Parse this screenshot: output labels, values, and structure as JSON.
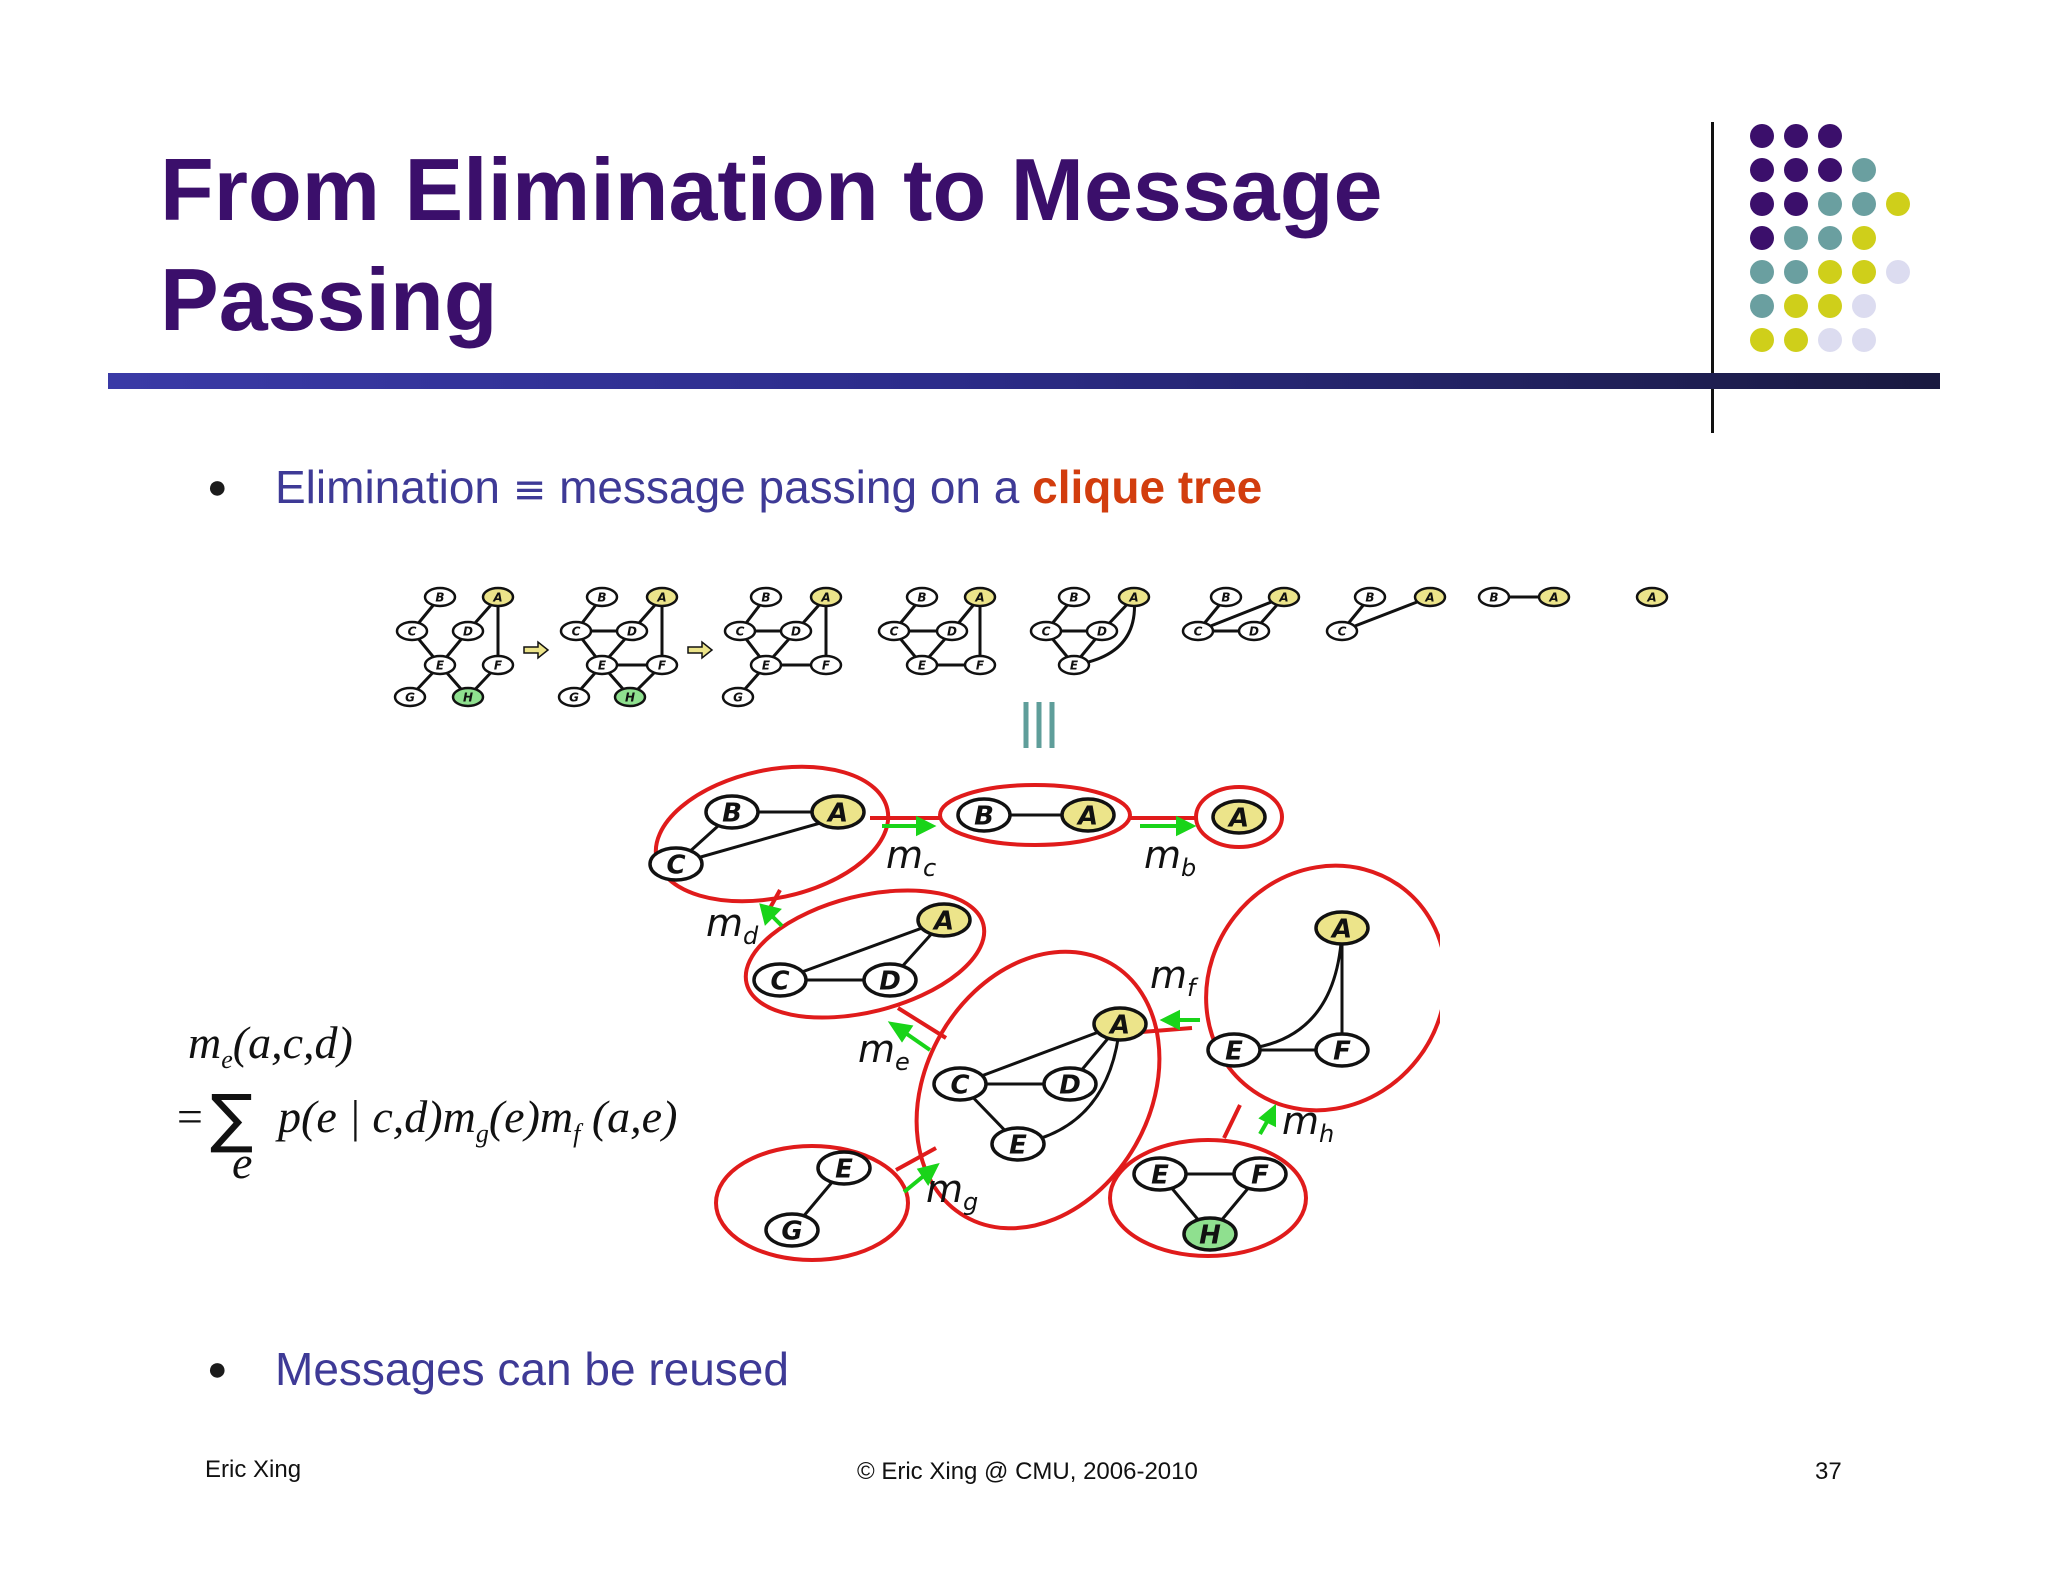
{
  "slide": {
    "title": "From Elimination to Message Passing",
    "bullet1_prefix": "Elimination",
    "bullet1_symbol": "≡",
    "bullet1_middle": "message passing on a",
    "bullet1_highlight": "clique tree",
    "bullet2": "Messages can be reused"
  },
  "formula": {
    "line1": "m_e(a,c,d)",
    "line2": "= Σ_e p(e | c,d) m_g(e) m_f(a,e)"
  },
  "diagram": {
    "equiv_symbol": "|||",
    "message_labels": [
      "m_c",
      "m_b",
      "m_d",
      "m_f",
      "m_e",
      "m_h",
      "m_g"
    ],
    "node_letters": [
      "A",
      "B",
      "C",
      "D",
      "E",
      "F",
      "G",
      "H"
    ]
  },
  "footer": {
    "author": "Eric Xing",
    "copyright": "© Eric Xing @ CMU, 2006-2010",
    "page": "37"
  },
  "colors": {
    "title": "#3b0f6b",
    "bullet_text": "#3e3a96",
    "highlight": "#d23d0e",
    "clique_border": "#e01b1b",
    "message_arrow": "#19d419",
    "node_A_fill": "#ece48a",
    "node_H_fill": "#8fe08f",
    "dot_purple": "#3b0f6b",
    "dot_teal": "#6a9fa0",
    "dot_yellow": "#cfcf1a",
    "dot_lavender": "#dcdcf0"
  }
}
